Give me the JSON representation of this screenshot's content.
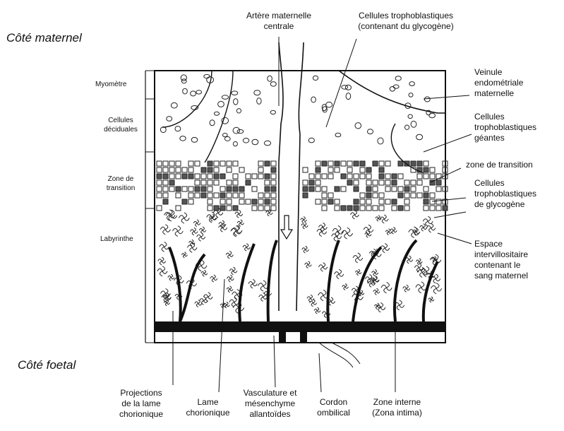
{
  "headings": {
    "maternal": "Côté maternel",
    "fetal": "Côté foetal"
  },
  "left_layers": {
    "myometre": "Myomètre",
    "deciduales": "Cellules\ndéciduales",
    "transition": "Zone de\ntransition",
    "labyrinthe": "Labyrinthe"
  },
  "top_labels": {
    "artere": "Artère maternelle\ncentrale",
    "tropho_glyco": "Cellules trophoblastiques\n(contenant du glycogène)"
  },
  "right_labels": {
    "veinule": "Veinule\nendométriale\nmaternelle",
    "geantes": "Cellules\ntrophoblastiques\ngéantes",
    "zone_transition": "zone de transition",
    "glycogene": "Cellules\ntrophoblastiques\nde glycogène",
    "espace": "Espace\nintervillositaire\ncontenant le\nsang maternel"
  },
  "bottom_labels": {
    "projections": "Projections\nde la lame\nchorionique",
    "lame": "Lame\nchorionique",
    "vasculature": "Vasculature et\nmésenchyme\nallantoïdes",
    "cordon": "Cordon\nombilical",
    "zone_interne": "Zone interne\n(Zona intima)"
  }
}
